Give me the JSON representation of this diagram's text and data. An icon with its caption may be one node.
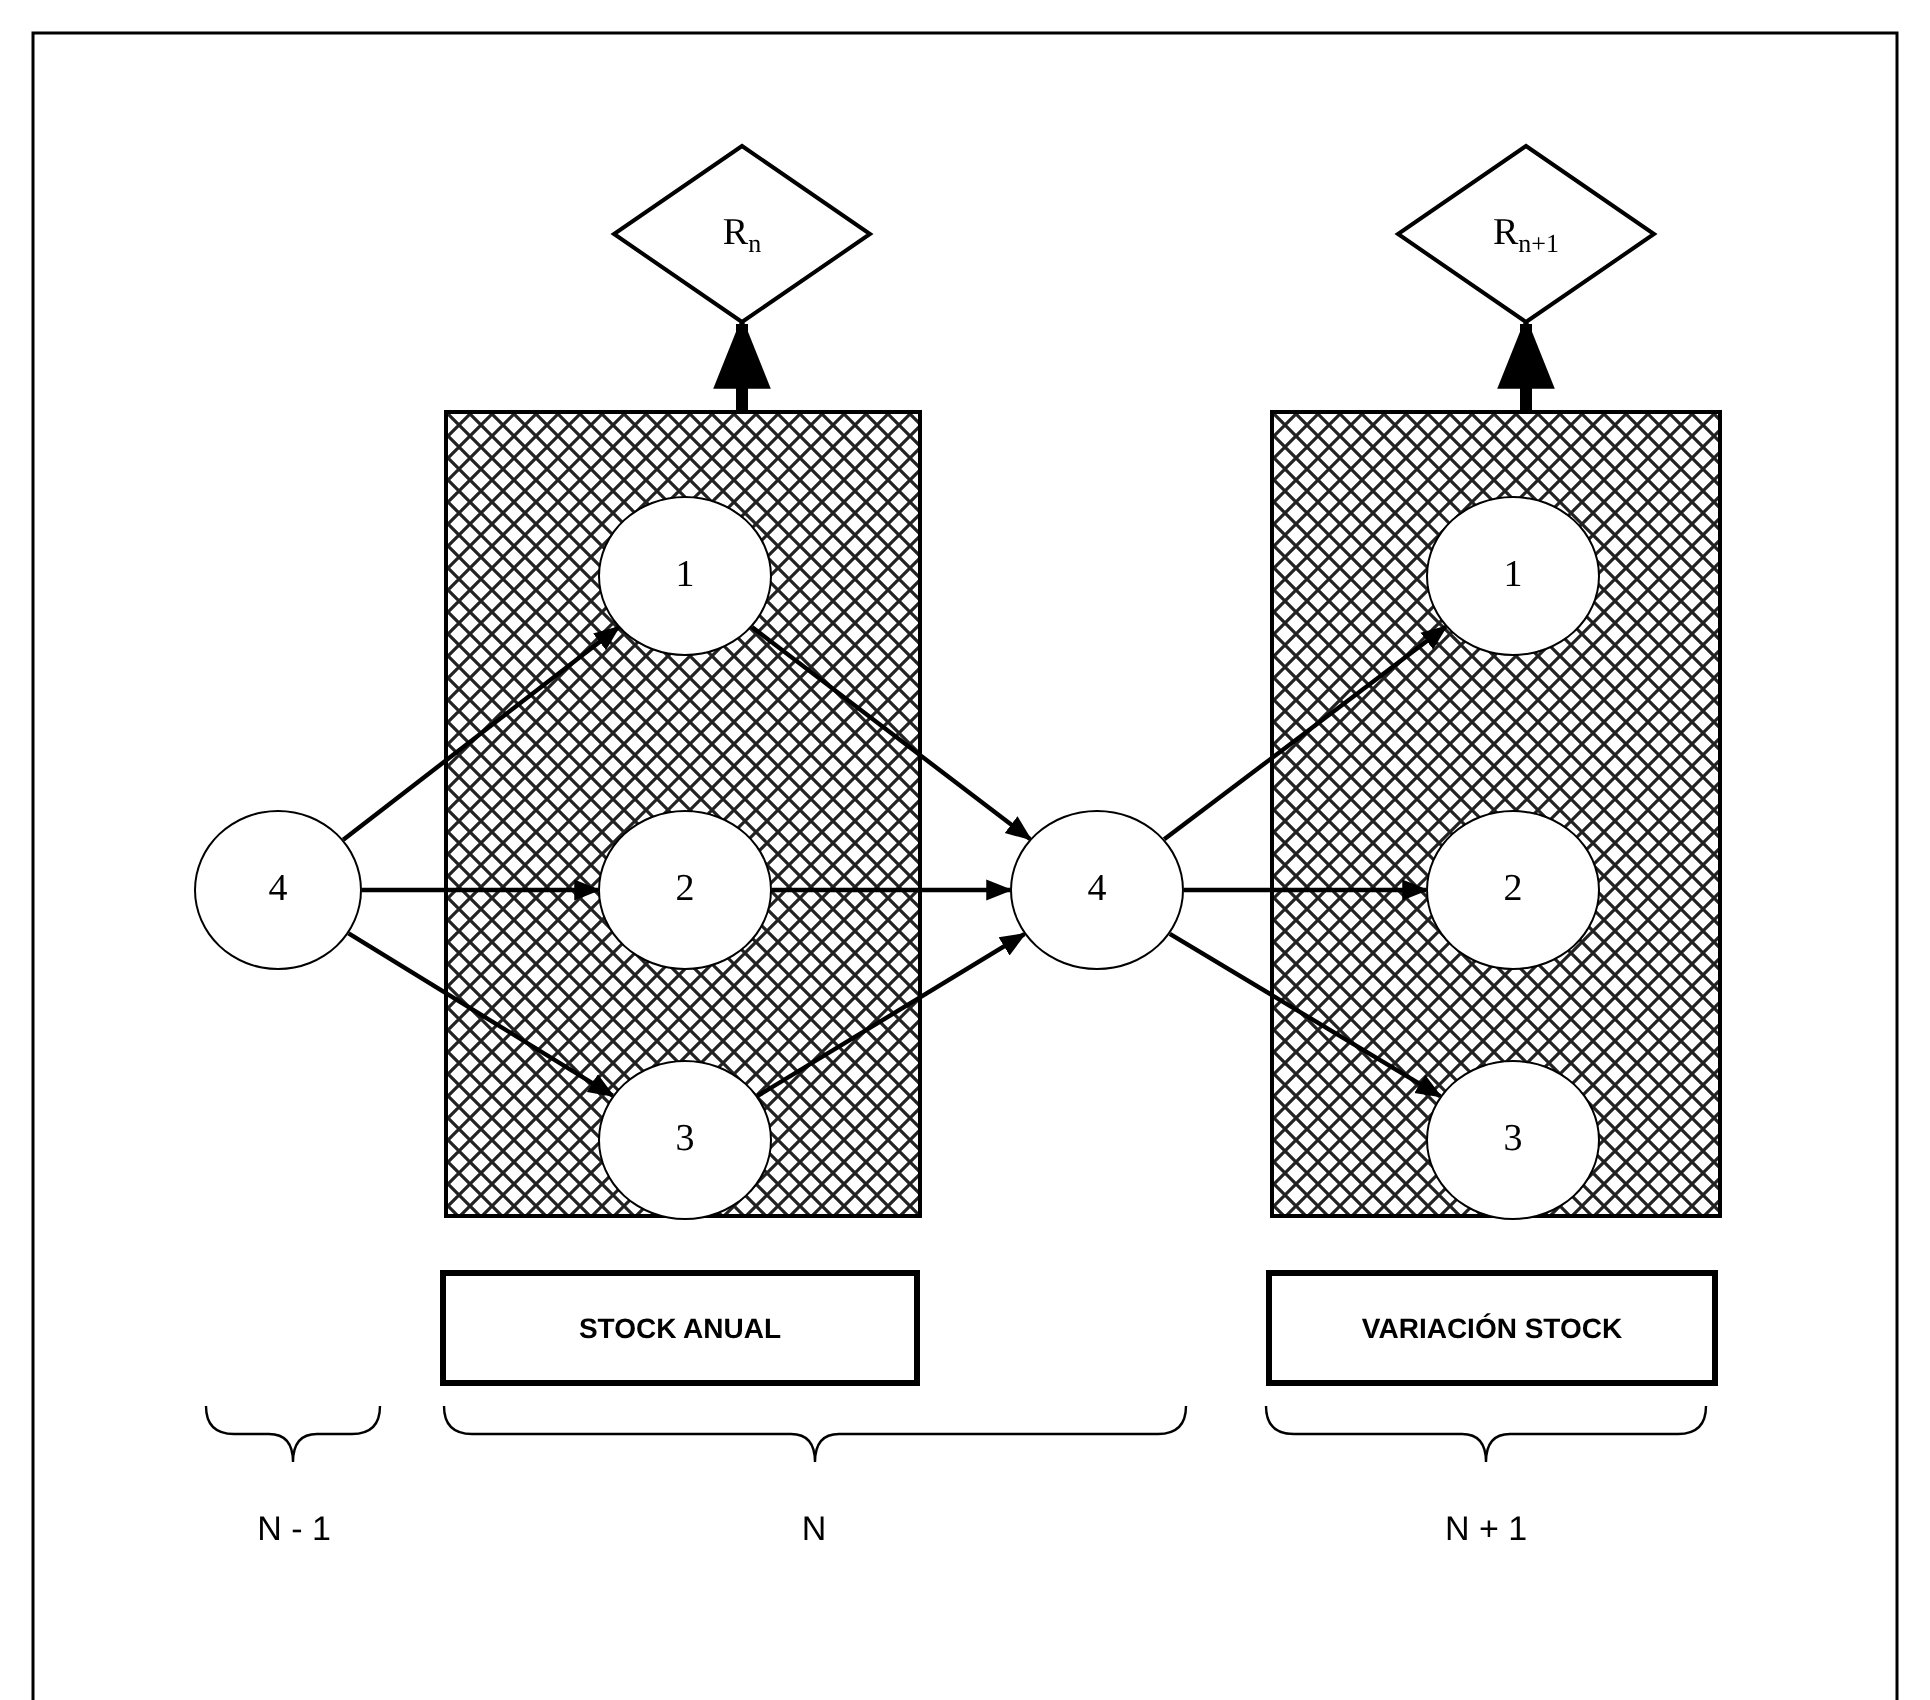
{
  "diagram": {
    "nodes": [
      {
        "text": [
          "R$_{n}$"
        ]
      },
      {
        "text": [
          "R$_{n+1}$"
        ]
      },
      {
        "text": [],
        "shape": "box"
      },
      {
        "text": [],
        "shape": "box"
      },
      {
        "text": [
          "4"
        ]
      },
      {
        "text": [
          "1"
        ],
        "in": 2
      },
      {
        "text": [
          "2"
        ],
        "in": 2
      },
      {
        "text": [
          "3"
        ],
        "in": 2
      },
      {
        "text": [
          "4"
        ]
      },
      {
        "text": [
          "1"
        ],
        "in": 3
      },
      {
        "text": [
          "2"
        ],
        "in": 3
      },
      {
        "text": [
          "3"
        ],
        "in": 3
      },
      {
        "text": [
          "STOCK ANUAL"
        ]
      },
      {
        "text": [
          "VARIACIÓN STOCK"
        ]
      }
    ],
    "edges": [
      {
        "from": 2,
        "to": 0,
        "arrow": "to",
        "style": "thick"
      },
      {
        "from": 3,
        "to": 1,
        "arrow": "to",
        "style": "thick"
      },
      {
        "from": 4,
        "to": 5,
        "arrow": "to"
      },
      {
        "from": 4,
        "to": 6,
        "arrow": "to"
      },
      {
        "from": 4,
        "to": 7,
        "arrow": "to"
      },
      {
        "from": 5,
        "to": 8,
        "arrow": "to"
      },
      {
        "from": 6,
        "to": 8,
        "arrow": "to"
      },
      {
        "from": 7,
        "to": 8,
        "arrow": "to"
      },
      {
        "from": 8,
        "to": 9,
        "arrow": "to"
      },
      {
        "from": 8,
        "to": 10,
        "arrow": "to"
      },
      {
        "from": 8,
        "to": 11,
        "arrow": "to"
      }
    ],
    "labels": [
      "N - 1",
      "N",
      "N + 1"
    ]
  }
}
